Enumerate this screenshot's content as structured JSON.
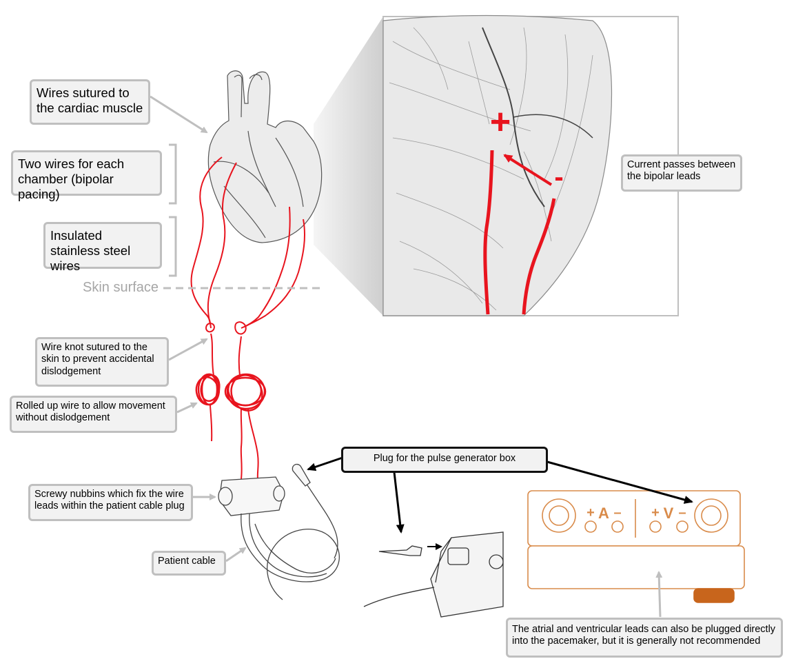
{
  "callouts": {
    "wires_sutured": "Wires sutured to the cardiac muscle",
    "two_wires": "Two wires for each chamber (bipolar pacing)",
    "insulated": "Insulated stainless steel wires",
    "skin_surface": "Skin surface",
    "wire_knot": "Wire knot sutured to the skin to  prevent accidental dislodgement",
    "rolled_wire": "Rolled up wire to allow movement without dislodgement",
    "screwy": "Screwy nubbins which fix the wire leads within the patient cable plug",
    "patient_cable": "Patient cable",
    "plug": "Plug for the pulse generator box",
    "current": "Current passes between the bipolar leads",
    "direct": "The atrial and ventricular leads can also be plugged directly into the pacemaker, but it is generally not recommended"
  },
  "zoom_symbols": {
    "plus": "+",
    "minus": "-"
  },
  "device_labels": {
    "plus_a": "+",
    "a": "A",
    "minus_a": "–",
    "plus_v": "+",
    "v": "V",
    "minus_v": "–"
  },
  "colors": {
    "wire": "#e8141e",
    "callout_border": "#bfbfbf",
    "callout_fill": "#f2f2f2",
    "device": "#d98b4a",
    "device_knob": "#c8651c",
    "sketch": "#555555"
  }
}
